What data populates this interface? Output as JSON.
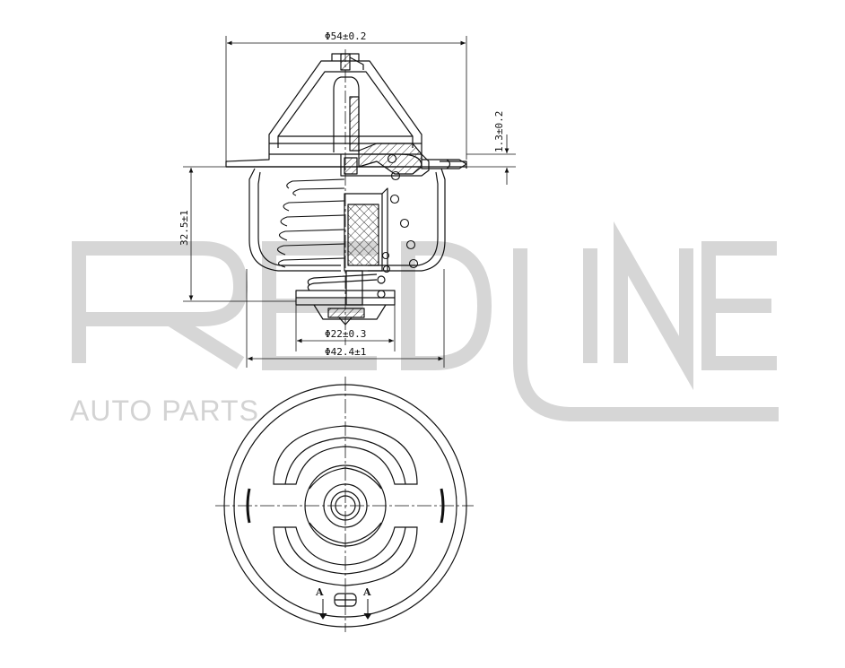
{
  "watermark": {
    "logo_text": "REDLINE",
    "subtitle": "AUTO PARTS",
    "color": "#d3d3d3"
  },
  "dimensions": {
    "flange_diameter": "Φ54±0.2",
    "flange_thickness": "1.3±0.2",
    "height": "32.5±1",
    "valve_diameter": "Φ22±0.3",
    "body_diameter": "Φ42.4±1"
  },
  "section_marks": {
    "left": "A",
    "right": "A"
  },
  "colors": {
    "line": "#111111",
    "hatch": "#222222"
  }
}
